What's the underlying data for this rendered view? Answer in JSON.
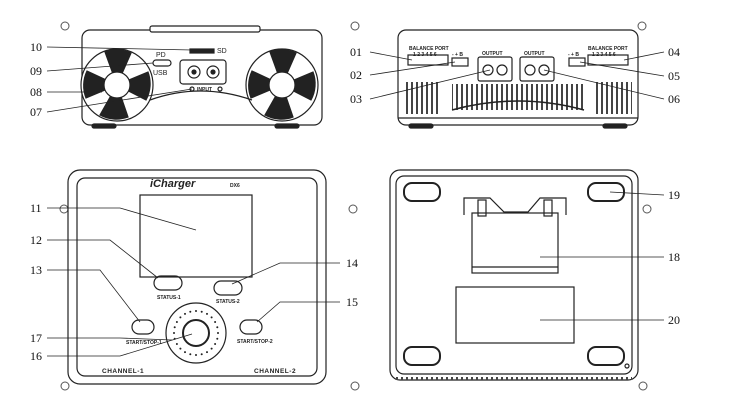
{
  "callouts": {
    "n01": "01",
    "n02": "02",
    "n03": "03",
    "n04": "04",
    "n05": "05",
    "n06": "06",
    "n07": "07",
    "n08": "08",
    "n09": "09",
    "n10": "10",
    "n11": "11",
    "n12": "12",
    "n13": "13",
    "n14": "14",
    "n15": "15",
    "n16": "16",
    "n17": "17",
    "n18": "18",
    "n19": "19",
    "n20": "20"
  },
  "front": {
    "pd": "PD",
    "usb": "USB",
    "sd": "SD",
    "input": "INPUT"
  },
  "rear": {
    "balance_left": "BALANCE PORT",
    "balance_right": "BALANCE PORT",
    "pins_left": "- 1 2 3 4 5 6",
    "pins_right": "- 1 2 3 4 5 6",
    "output_left": "OUTPUT",
    "output_right": "OUTPUT",
    "pm_left": "- + B",
    "pm_right": "- + B"
  },
  "top": {
    "brand": "iCharger",
    "model": "DX6",
    "status1": "STATUS-1",
    "status2": "STATUS-2",
    "start_stop1": "START/STOP-1",
    "start_stop2": "START/STOP-2",
    "channel1": "CHANNEL-1",
    "channel2": "CHANNEL-2"
  }
}
